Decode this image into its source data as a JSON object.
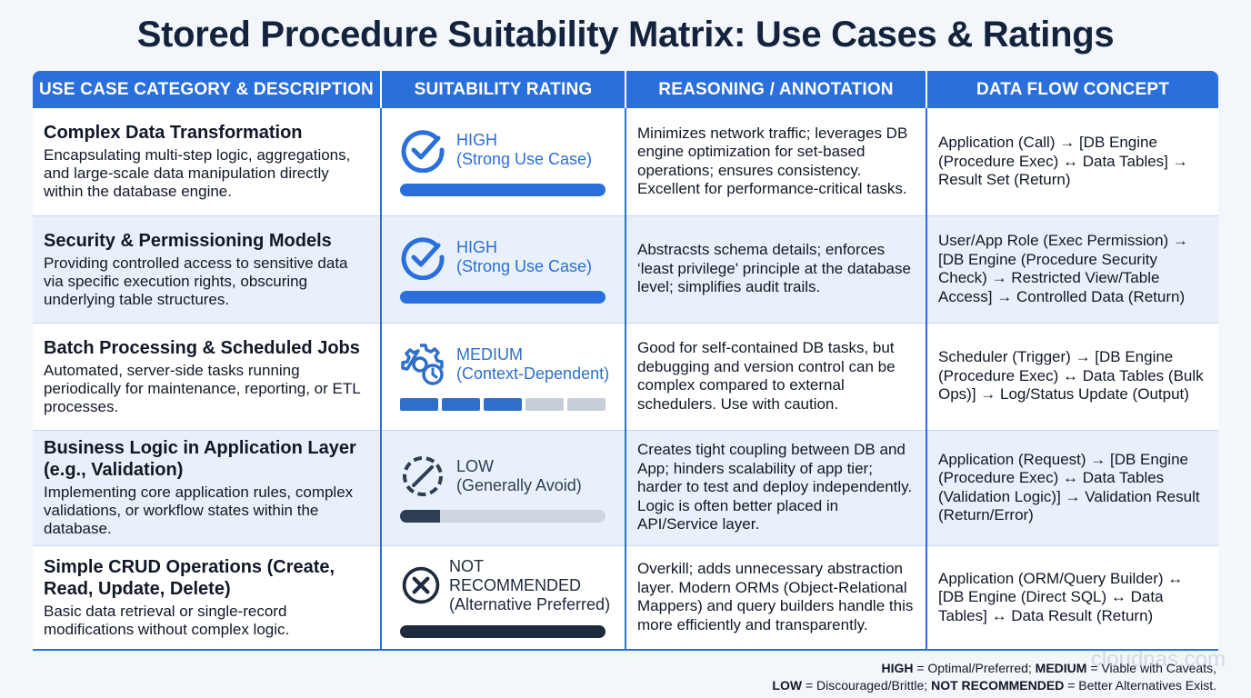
{
  "title": "Stored Procedure Suitability Matrix: Use Cases & Ratings",
  "columns": [
    "USE CASE CATEGORY & DESCRIPTION",
    "SUITABILITY RATING",
    "REASONING / ANNOTATION",
    "DATA FLOW CONCEPT"
  ],
  "rows": [
    {
      "case_title": "Complex Data Transformation",
      "case_desc": "Encapsulating multi-step logic, aggregations, and large-scale data manipulation directly within the database engine.",
      "rating_level": "HIGH",
      "rating_note": "(Strong Use Case)",
      "rating_icon": "check-circle-icon",
      "reason": "Minimizes network traffic; leverages DB engine optimization for set-based operations; ensures consistency. Excellent for performance-critical tasks.",
      "flow": "Application (Call) → [DB Engine (Procedure Exec) ↔ Data Tables] → Result Set (Return)"
    },
    {
      "case_title": "Security & Permissioning Models",
      "case_desc": "Providing controlled access to sensitive data via specific execution rights, obscuring underlying table structures.",
      "rating_level": "HIGH",
      "rating_note": "(Strong Use Case)",
      "rating_icon": "check-circle-icon",
      "reason": "Abstracsts schema details; enforces ‘least privilege' principle at the database level; simplifies audit trails.",
      "flow": "User/App Role (Exec Permission) → [DB Engine (Procedure Security Check) → Restricted View/Table Access] → Controlled Data (Return)"
    },
    {
      "case_title": "Batch Processing & Scheduled Jobs",
      "case_desc": "Automated, server-side tasks running periodically for maintenance, reporting, or ETL processes.",
      "rating_level": "MEDIUM",
      "rating_note": "(Context-Dependent)",
      "rating_icon": "gear-clock-icon",
      "reason": "Good for self-contained DB tasks, but debugging and version control can be complex compared to external schedulers. Use with caution.",
      "flow": "Scheduler (Trigger) → [DB Engine (Procedure Exec) ↔ Data Tables (Bulk Ops)] → Log/Status Update (Output)"
    },
    {
      "case_title": "Business Logic in Application Layer (e.g., Validation)",
      "case_desc": "Implementing core application rules, complex validations, or workflow states within the database.",
      "rating_level": "LOW",
      "rating_note": "(Generally Avoid)",
      "rating_icon": "dashed-slash-circle-icon",
      "reason": "Creates tight coupling between DB and App; hinders scalability of app tier; harder to test and deploy independently. Logic is often better placed in API/Service layer.",
      "flow": "Application (Request) → [DB Engine (Procedure Exec) ↔ Data Tables (Validation Logic)] → Validation Result (Return/Error)"
    },
    {
      "case_title": "Simple CRUD Operations (Create, Read, Update, Delete)",
      "case_desc": "Basic data retrieval or single-record modifications without complex logic.",
      "rating_level": "NOT RECOMMENDED",
      "rating_note": "(Alternative Preferred)",
      "rating_icon": "x-circle-icon",
      "reason": "Overkill; adds unnecessary abstraction layer. Modern ORMs (Object-Relational Mappers) and query builders handle this more efficiently and transparently.",
      "flow": "Application (ORM/Query Builder) ↔ [DB Engine (Direct SQL) ↔ Data Tables] ↔ Data Result (Return)"
    }
  ],
  "legend": {
    "high_key": "HIGH",
    "high_text": " = Optimal/Preferred; ",
    "medium_key": "MEDIUM",
    "medium_text": " = Viable with Caveats,",
    "low_key": "LOW",
    "low_text": " = Discouraged/Brittle; ",
    "nr_key": "NOT RECOMMENDED",
    "nr_text": " = Better Alternatives Exist."
  },
  "watermark": "cloudnas.com",
  "colors": {
    "header_bg": "#2a6fdb",
    "high": "#2a6fdb",
    "medium": "#2f6fc9",
    "low": "#2f3d52",
    "not_recommended": "#1e2a3d"
  },
  "rating_fill": {
    "HIGH": 1.0,
    "MEDIUM": 0.6,
    "LOW": 0.2,
    "NOT RECOMMENDED": 1.0
  }
}
